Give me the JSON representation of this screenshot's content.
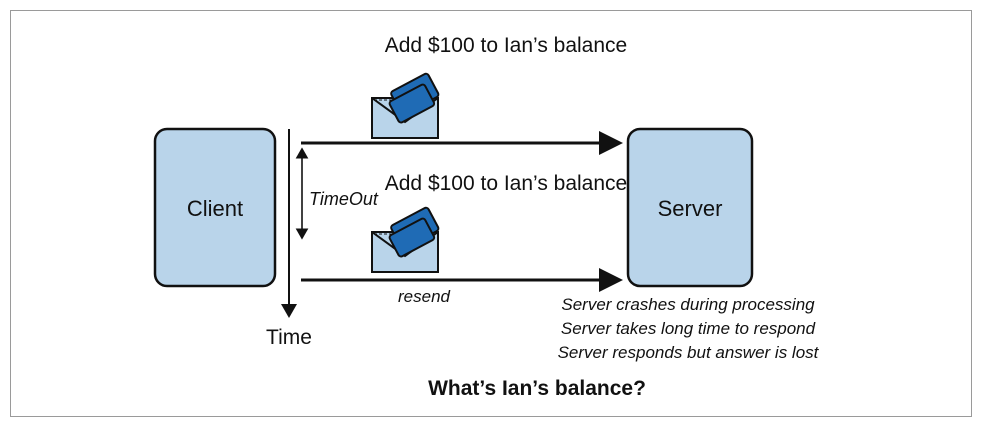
{
  "diagram": {
    "client_label": "Client",
    "server_label": "Server",
    "message_top": "Add $100 to Ian’s balance",
    "message_second": "Add $100 to Ian’s balance",
    "timeout_label": "TimeOut",
    "resend_label": "resend",
    "time_label": "Time",
    "failure_reasons": [
      "Server crashes during processing",
      "Server takes long time to respond",
      "Server responds but answer is lost"
    ],
    "question": "What’s Ian’s balance?",
    "colors": {
      "box_fill": "#b9d4ea",
      "box_stroke": "#111111",
      "envelope_fill": "#b9d4ea",
      "letter_fill": "#1f6bb5"
    }
  }
}
